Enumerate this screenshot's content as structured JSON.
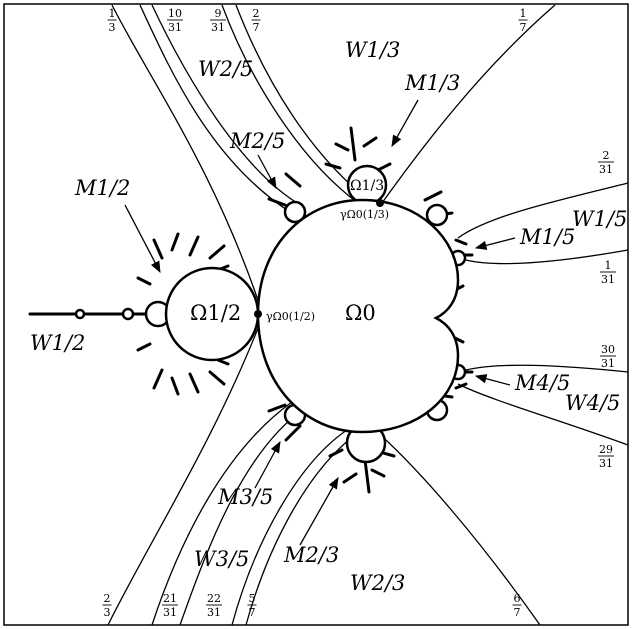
{
  "regions": {
    "omega0": "Ω0",
    "omega_half": "Ω1/2",
    "omega_third": "Ω1/3"
  },
  "wakes": {
    "w_half": "W1/2",
    "w_third": "W1/3",
    "w_two_fifths": "W2/5",
    "w_one_fifth": "W1/5",
    "w_four_fifths": "W4/5",
    "w_three_fifths": "W3/5",
    "w_two_thirds": "W2/3"
  },
  "limbs": {
    "m_half": "M1/2",
    "m_third": "M1/3",
    "m_two_fifths": "M2/5",
    "m_one_fifth": "M1/5",
    "m_four_fifths": "M4/5",
    "m_three_fifths": "M3/5",
    "m_two_thirds": "M2/3"
  },
  "roots": {
    "gamma_half": "γΩ0(1/2)",
    "gamma_third": "γΩ0(1/3)"
  },
  "angles": {
    "top": [
      {
        "num": "1",
        "den": "3"
      },
      {
        "num": "10",
        "den": "31"
      },
      {
        "num": "9",
        "den": "31"
      },
      {
        "num": "2",
        "den": "7"
      },
      {
        "num": "1",
        "den": "7"
      }
    ],
    "right": [
      {
        "num": "2",
        "den": "31"
      },
      {
        "num": "1",
        "den": "31"
      },
      {
        "num": "30",
        "den": "31"
      },
      {
        "num": "29",
        "den": "31"
      }
    ],
    "bottom": [
      {
        "num": "2",
        "den": "3"
      },
      {
        "num": "21",
        "den": "31"
      },
      {
        "num": "22",
        "den": "31"
      },
      {
        "num": "5",
        "den": "7"
      },
      {
        "num": "6",
        "den": "7"
      }
    ]
  }
}
